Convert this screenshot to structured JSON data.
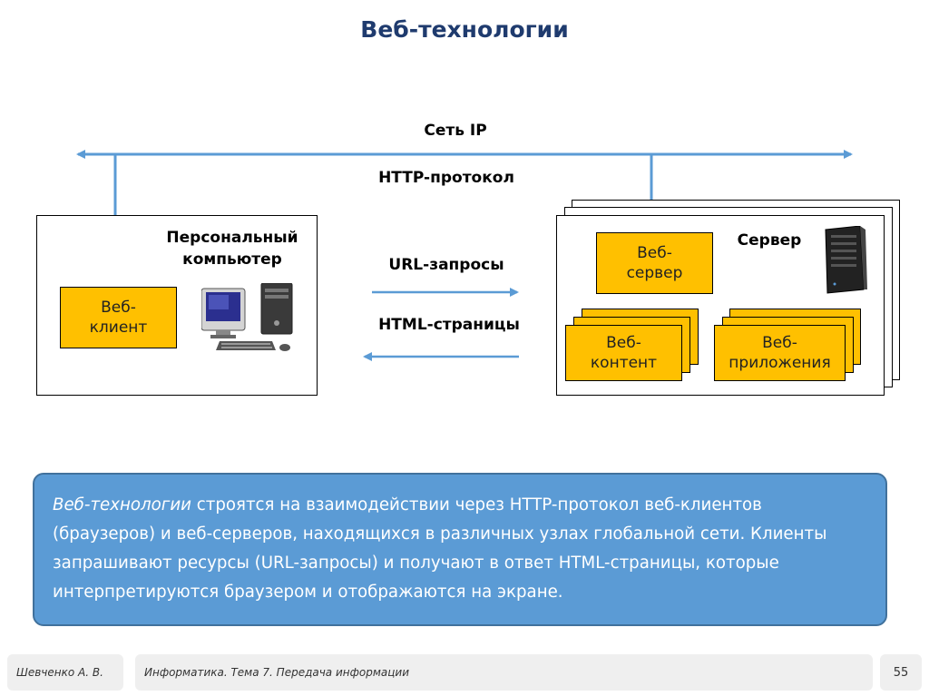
{
  "title": "Веб-технологии",
  "network": {
    "ip_label": "Сеть IP",
    "http_label": "HTTP-протокол",
    "url_label": "URL-запросы",
    "html_label": "HTML-страницы",
    "line_color": "#5b9bd5"
  },
  "client": {
    "title_line1": "Персональный",
    "title_line2": "компьютер",
    "box_line1": "Веб-",
    "box_line2": "клиент",
    "icon": "personal-computer-icon"
  },
  "server": {
    "title": "Сервер",
    "webserver_line1": "Веб-",
    "webserver_line2": "сервер",
    "content_line1": "Веб-",
    "content_line2": "контент",
    "apps_line1": "Веб-",
    "apps_line2": "приложения",
    "icon": "server-tower-icon"
  },
  "info": {
    "term": "Веб-технологии",
    "text": " строятся на взаимодействии через HTTP-протокол веб-клиентов (браузеров) и веб-серверов, находящихся в различных узлах глобальной сети. Клиенты запрашивают ресурсы (URL-запросы) и получают в ответ HTML-страницы, которые интерпретируются браузером и отображаются на экране.",
    "bg_color": "#5b9bd5"
  },
  "footer": {
    "author": "Шевченко А. В.",
    "course": "Информатика. Тема 7. Передача информации",
    "page": "55"
  },
  "colors": {
    "box_yellow": "#ffc000",
    "title_blue": "#1f3b6e"
  }
}
